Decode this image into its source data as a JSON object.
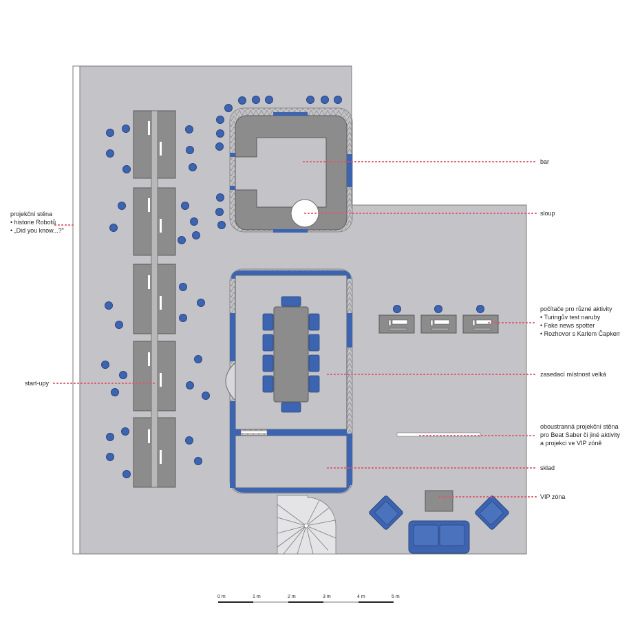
{
  "colors": {
    "floor": "#c4c4c8",
    "furniture": "#8c8c8c",
    "furniture_stroke": "#5a5a5a",
    "blue": "#3d64b0",
    "leader": "#e0566a",
    "text": "#222222"
  },
  "labels": {
    "projection_wall": [
      "projekční stěna",
      "• historie Robotů",
      "• „Did you know...?\""
    ],
    "startups": "start-upy",
    "bar": "bar",
    "pillar": "sloup",
    "computers": [
      "počítače pro různé aktivity",
      "• Turingův test naruby",
      "• Fake news spotter",
      "• Rozhovor s Karlem Čapkem"
    ],
    "meeting_room": "zasedací místnost velká",
    "double_wall": [
      "oboustranná projekční stěna",
      "pro Beat Saber či jiné aktivity",
      "a projekci ve VIP zóně"
    ],
    "storage": "sklad",
    "vip": "VIP zóna"
  },
  "scale": [
    "0 m",
    "1 m",
    "2 m",
    "3 m",
    "4 m",
    "5 m"
  ]
}
